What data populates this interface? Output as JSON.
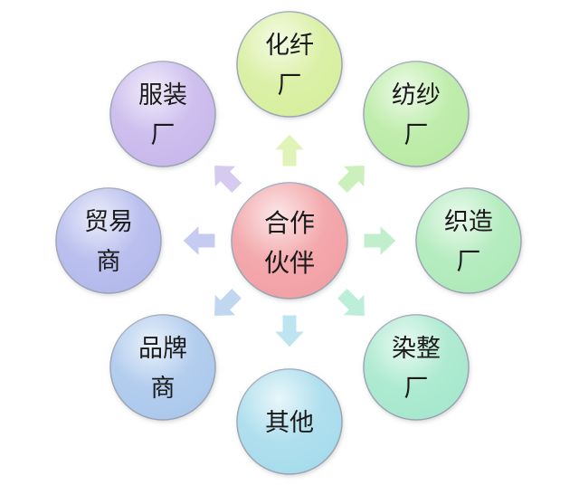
{
  "center": {
    "lines": [
      "合作",
      "伙伴"
    ],
    "fill": "#f2a0a4",
    "stroke": "#9aa3b4"
  },
  "nodes": [
    {
      "lines": [
        "化纤",
        "厂"
      ],
      "fill": "#d7ef9e"
    },
    {
      "lines": [
        "纺纱",
        "厂"
      ],
      "fill": "#b9eba4"
    },
    {
      "lines": [
        "织造",
        "厂"
      ],
      "fill": "#aeeab9"
    },
    {
      "lines": [
        "染整",
        "厂"
      ],
      "fill": "#a6e8cd"
    },
    {
      "lines": [
        "其他"
      ],
      "fill": "#a7dcec"
    },
    {
      "lines": [
        "品牌",
        "商"
      ],
      "fill": "#abc8ec"
    },
    {
      "lines": [
        "贸易",
        "商"
      ],
      "fill": "#b3b9ec"
    },
    {
      "lines": [
        "服装",
        "厂"
      ],
      "fill": "#c8b8ec"
    }
  ]
}
